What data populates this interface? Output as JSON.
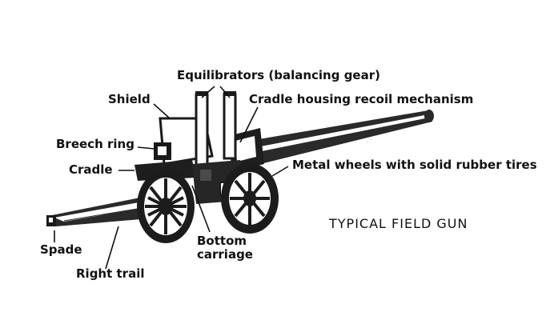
{
  "diagram": {
    "title": "TYPICAL FIELD GUN",
    "labels": {
      "equilibrators": "Equilibrators (balancing gear)",
      "shield": "Shield",
      "cradle_housing": "Cradle housing recoil mechanism",
      "breech_ring": "Breech ring",
      "cradle": "Cradle",
      "wheels": "Metal wheels with solid rubber tires",
      "bottom_carriage_line1": "Bottom",
      "bottom_carriage_line2": "carriage",
      "spade": "Spade",
      "right_trail": "Right trail"
    }
  }
}
